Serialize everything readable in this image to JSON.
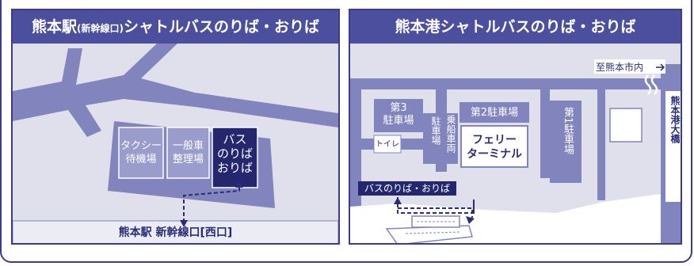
{
  "station_panel": {
    "title_main": "熊本駅",
    "title_sub": "(新幹線口)",
    "title_rest": "シャトルバスのりば・おりば",
    "taxi_line1": "タクシー",
    "taxi_line2": "待機場",
    "general_line1": "一般車",
    "general_line2": "整理場",
    "bus_line1": "バス",
    "bus_line2": "のりば",
    "bus_line3": "おりば",
    "exit_label": "熊本駅 新幹線口[西口]"
  },
  "port_panel": {
    "title": "熊本港シャトルバスのりば・おりば",
    "to_city": "至熊本市内",
    "parking3_line1": "第3",
    "parking3_line2": "駐車場",
    "toilet": "トイレ",
    "boarding_parking_col1": "乗船",
    "boarding_parking_col1b": "車両",
    "boarding_parking_col2": "駐車場",
    "parking2": "第2駐車場",
    "terminal_line1": "フェリー",
    "terminal_line2": "ターミナル",
    "parking1": "第1駐車場",
    "bridge": "熊本港大橋",
    "bus_stop": "バスのりば・おりば"
  },
  "colors": {
    "frame": "#3a3c8e",
    "title_bg": "#4b4f9d",
    "building": "#8284bd",
    "bus_stop": "#24266e",
    "ground": "#dfe0ec"
  }
}
